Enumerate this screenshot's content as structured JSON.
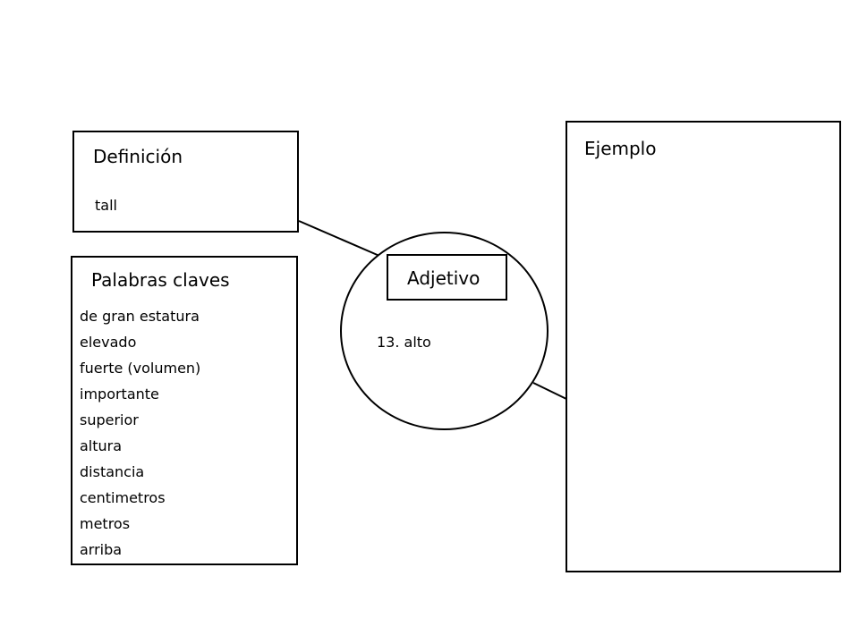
{
  "definition": {
    "title": "Definición",
    "text": "tall"
  },
  "keywords": {
    "title": "Palabras claves",
    "items": [
      "de gran estatura",
      "elevado",
      "fuerte (volumen)",
      "importante",
      "superior",
      "altura",
      "distancia",
      "centimetros",
      "metros",
      "arriba"
    ]
  },
  "example": {
    "title": "Ejemplo"
  },
  "word": {
    "part_of_speech": "Adjetivo",
    "entry": "13. alto"
  }
}
